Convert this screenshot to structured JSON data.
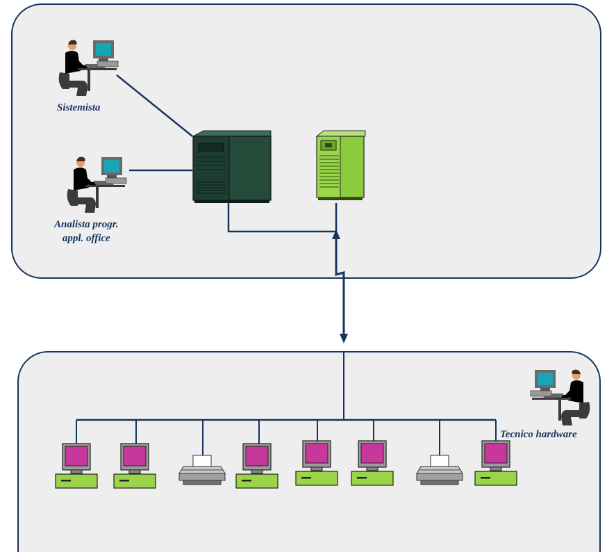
{
  "labels": {
    "sistemista": "Sistemista",
    "analista_line1": "Analista progr.",
    "analista_line2": "appl. office",
    "tecnico": "Tecnico hardware"
  },
  "colors": {
    "panel_bg": "#eeeeee",
    "line": "#15355c",
    "server_dark": "#244a3a",
    "server_light": "#8ccc3c",
    "terminal_screen": "#c8389c",
    "terminal_base": "#9ad448",
    "person_sistemista": "#c83c9c",
    "person_analista": "#6ef03c",
    "person_tecnico": "#1e4a2c"
  },
  "icons": {
    "workstation_person": "person-at-computer-icon",
    "mainframe": "mainframe-server-icon",
    "server": "server-tower-icon",
    "terminal": "terminal-icon",
    "printer": "printer-icon",
    "wan_link": "lightning-link-icon"
  },
  "network": {
    "terminals_count": 6,
    "printers_count": 2
  }
}
